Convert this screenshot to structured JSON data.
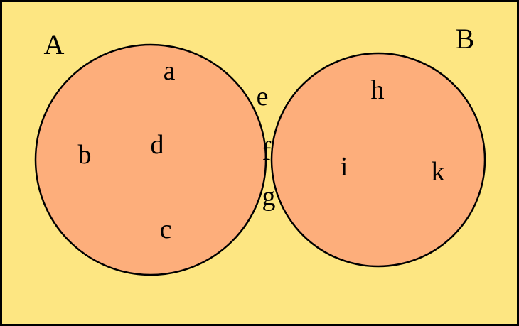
{
  "colors": {
    "universe_fill": "#fde682",
    "set_fill": "#fdae7b",
    "intersection_fill": "#ff6600",
    "outline": "#000000"
  },
  "sets": {
    "a_label": "A",
    "b_label": "B"
  },
  "regions": {
    "a_only": [
      "a",
      "b",
      "c",
      "d"
    ],
    "intersection": [
      "e",
      "f",
      "g"
    ],
    "b_only": [
      "h",
      "i",
      "k"
    ]
  }
}
